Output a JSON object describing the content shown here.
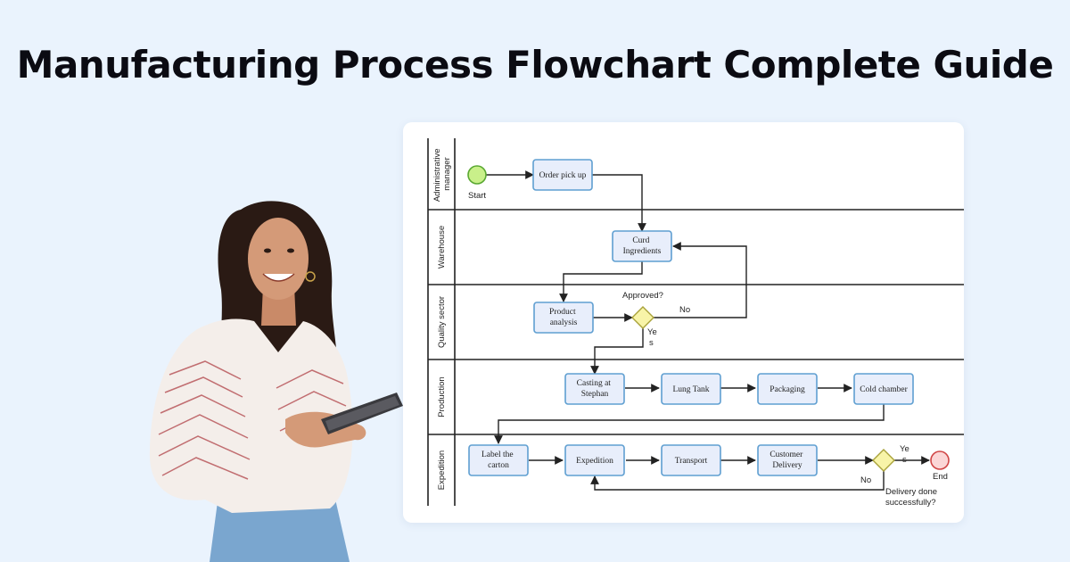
{
  "title": "Manufacturing Process Flowchart Complete Guide",
  "lanes": [
    "Administrative manager",
    "Warehouse",
    "Quality sector",
    "Production",
    "Expedition"
  ],
  "nodes": {
    "start_label": "Start",
    "order_pick_up": "Order pick up",
    "curd_ingredients": [
      "Curd",
      "Ingredients"
    ],
    "product_analysis": [
      "Product",
      "analysis"
    ],
    "casting_at_stephan": [
      "Casting at",
      "Stephan"
    ],
    "lung_tank": "Lung Tank",
    "packaging": "Packaging",
    "cold_chamber": "Cold chamber",
    "label_the_carton": [
      "Label the",
      "carton"
    ],
    "expedition": "Expedition",
    "transport": "Transport",
    "customer_delivery": [
      "Customer",
      "Delivery"
    ],
    "end_label": "End"
  },
  "decisions": {
    "approved_q": "Approved?",
    "approved_no": "No",
    "approved_yes": [
      "Ye",
      "s"
    ],
    "delivery_q": [
      "Delivery done",
      "successfully?"
    ],
    "delivery_yes": [
      "Ye",
      "s"
    ],
    "delivery_no": "No"
  },
  "colors": {
    "background": "#eaf3fd",
    "node_fill": "#e8eefb",
    "node_stroke": "#5f9fd1",
    "start_fill": "#c9f08a",
    "start_stroke": "#5aa832",
    "end_fill": "#fbd6d6",
    "end_stroke": "#d04545",
    "decision_fill": "#f8f4a8",
    "decision_stroke": "#a9a23a"
  }
}
